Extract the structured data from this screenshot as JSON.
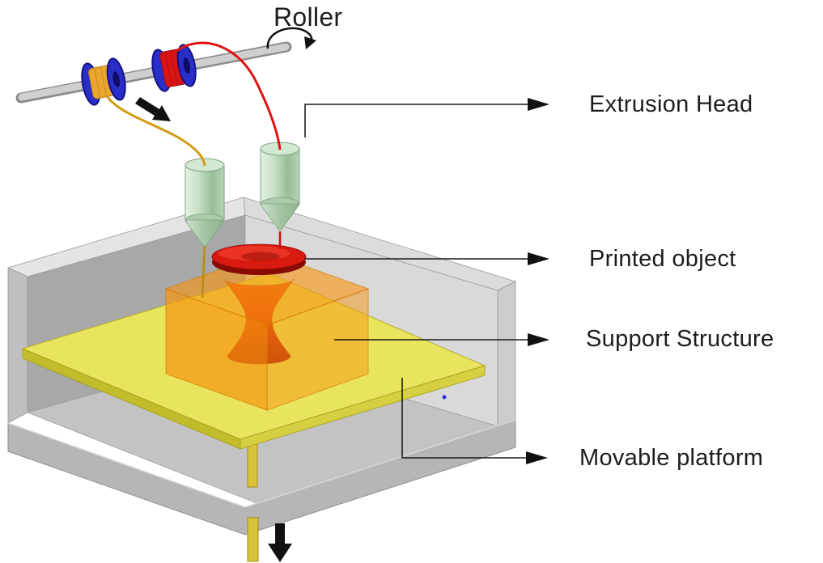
{
  "diagram": {
    "labels": {
      "roller": "Roller",
      "extrusion_head": "Extrusion Head",
      "printed_object": "Printed object",
      "support_structure": "Support Structure",
      "movable_platform": "Movable platform"
    },
    "colors": {
      "background": "#ffffff",
      "label_text": "#1d1d1d",
      "pointer_line": "#1a1a1a",
      "platform_yellow": "#e9e45e",
      "support_orange": "#f59511",
      "object_red": "#d81a10",
      "extruder_green": "#d2e8d2",
      "spool_blue": "#2a2ec9",
      "coil_orange": "#eaa62c",
      "coil_red": "#d91414",
      "filament_yellow": "#d19c12",
      "filament_red": "#e01212",
      "enclosure_gray": "#c3c3c3",
      "shaft_gray": "#cfcfcf",
      "feed_rod_yellow": "#d8c33a"
    }
  }
}
